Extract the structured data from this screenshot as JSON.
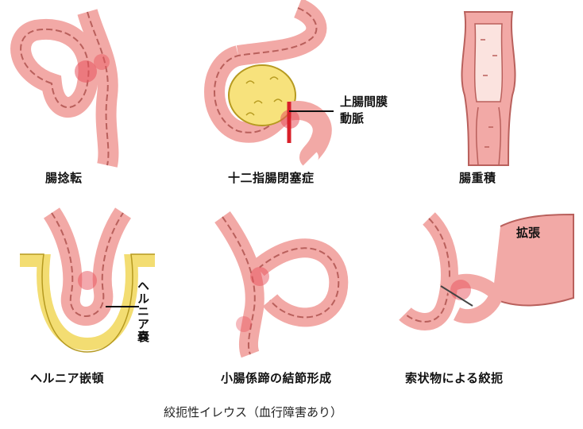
{
  "colors": {
    "bowel_fill": "#f2a9a6",
    "bowel_stroke": "#b9605c",
    "bowel_lumen": "#fbe3df",
    "congestion": "#e8525c",
    "mesentery_fill": "#f7e27c",
    "mesentery_stroke": "#b69a20",
    "artery": "#d9202a",
    "hernia_sac": "#f3dd72"
  },
  "panels": [
    {
      "id": "volvulus",
      "label": "腸捻転"
    },
    {
      "id": "sma",
      "label": "十二指腸閉塞症",
      "annotation_line1": "上腸間膜",
      "annotation_line2": "動脈"
    },
    {
      "id": "intussusception",
      "label": "腸重積"
    },
    {
      "id": "hernia",
      "label": "ヘルニア嵌頓",
      "annotation": "ヘルニア嚢"
    },
    {
      "id": "knot",
      "label": "小腸係蹄の結節形成"
    },
    {
      "id": "band",
      "label": "索状物による絞扼",
      "annotation": "拡張"
    }
  ],
  "caption": "絞扼性イレウス（血行障害あり）"
}
